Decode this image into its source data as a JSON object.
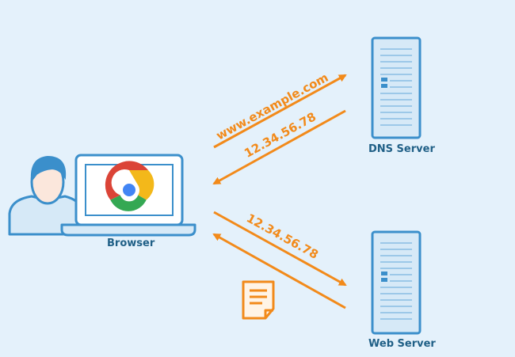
{
  "labels": {
    "browser": "Browser",
    "dns_server": "DNS Server",
    "web_server": "Web Server"
  },
  "arrows": {
    "request_domain": "www.example.com",
    "dns_response_ip": "12.34.56.78",
    "browser_request_ip": "12.34.56.78"
  },
  "colors": {
    "background": "#e4f1fb",
    "accent": "#f28a1a",
    "outline": "#3b8fcb",
    "fill": "#d6e9f7",
    "text": "#1f5f86"
  },
  "icons": {
    "user": "user-icon",
    "laptop": "laptop-icon",
    "browser_logo": "chrome-logo-icon",
    "dns_server": "server-icon",
    "web_server": "server-icon",
    "web_page": "document-icon"
  }
}
